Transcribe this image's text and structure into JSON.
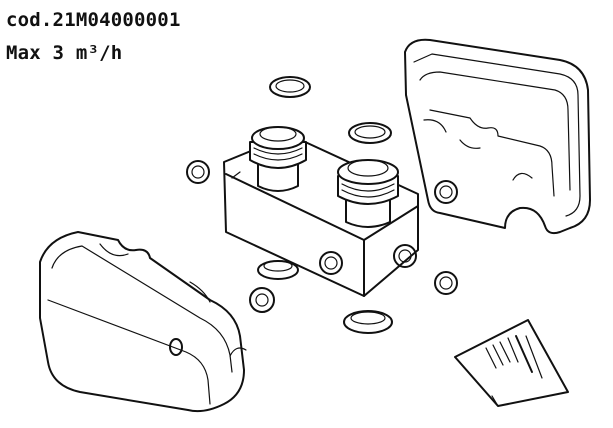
{
  "header": {
    "code_label": "cod.21M04000001",
    "max_label": "Max 3 m³/h"
  },
  "colors": {
    "line": "#111111",
    "background": "#ffffff"
  },
  "parts": [
    "insulation-shell-top",
    "insulation-shell-bottom",
    "manifold-body",
    "threaded-union",
    "gasket-ring",
    "screw-plug",
    "instruction-sheet"
  ]
}
